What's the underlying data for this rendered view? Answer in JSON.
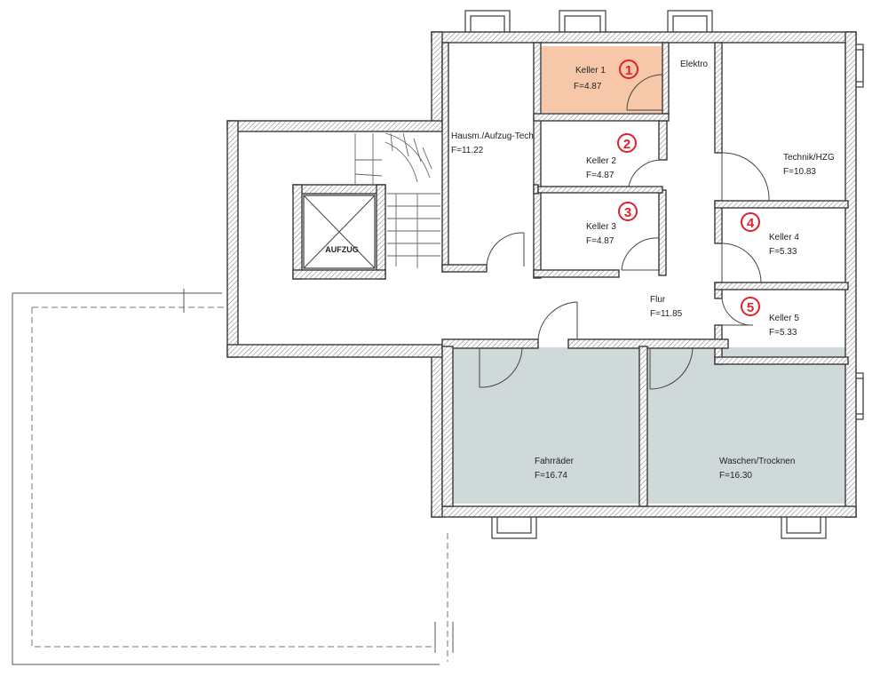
{
  "plan": {
    "colors": {
      "keller_highlight": "#f6c7a8",
      "common_area": "#cfd9d9",
      "wall_stroke": "#3a3a3a",
      "number_badge": "#e0202a"
    },
    "rooms": {
      "keller1": {
        "name": "Keller 1",
        "area": "F=4.87",
        "number": "1"
      },
      "keller2": {
        "name": "Keller 2",
        "area": "F=4.87",
        "number": "2"
      },
      "keller3": {
        "name": "Keller 3",
        "area": "F=4.87",
        "number": "3"
      },
      "keller4": {
        "name": "Keller 4",
        "area": "F=5.33",
        "number": "4"
      },
      "keller5": {
        "name": "Keller 5",
        "area": "F=5.33",
        "number": "5"
      },
      "elektro": {
        "name": "Elektro"
      },
      "hausanschluss": {
        "name": "Hausm./Aufzug-Tech",
        "area": "F=11.22"
      },
      "technik": {
        "name": "Technik/HZG",
        "area": "F=10.83"
      },
      "flur": {
        "name": "Flur",
        "area": "F=11.85"
      },
      "fahrraeder": {
        "name": "Fahrräder",
        "area": "F=16.74"
      },
      "waschen": {
        "name": "Waschen/Trocknen",
        "area": "F=16.30"
      },
      "aufzug": {
        "name": "AUFZUG"
      }
    }
  }
}
